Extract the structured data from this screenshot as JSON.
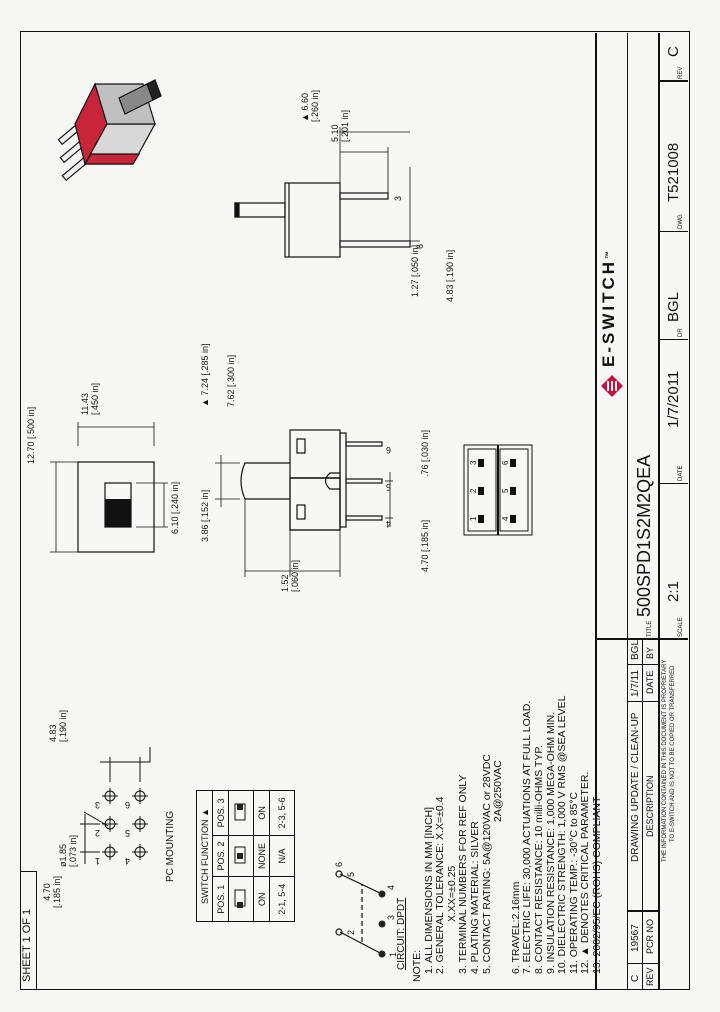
{
  "sheet": {
    "label": "SHEET 1 OF 1"
  },
  "title_block": {
    "brand": "E-SWITCH",
    "trademark": "™",
    "title_label": "TITLE",
    "title": "500SPD1S2M2QEA",
    "scale_label": "SCALE",
    "scale": "2:1",
    "date_label": "DATE",
    "date": "1/7/2011",
    "dr_label": "DR",
    "dr": "BGL",
    "dwg_label": "DWG",
    "dwg": "T521008",
    "rev_label": "REV",
    "rev": "C",
    "brand_colors": {
      "accent": "#c8103c"
    }
  },
  "revision_table": {
    "headers": {
      "rev": "REV",
      "pcr": "PCR NO",
      "description": "DESCRIPTION",
      "date": "DATE",
      "by": "BY"
    },
    "rows": [
      {
        "rev": "C",
        "pcr": "19567",
        "description": "DRAWING UPDATE / CLEAN-UP",
        "date": "1/7/11",
        "by": "BGL"
      }
    ],
    "disclaimer_line1": "THE INFORMATION CONTAINED IN THIS DOCUMENT IS PROPRIETARY",
    "disclaimer_line2": "TO E-SWITCH AND IS NOT TO BE COPIED OR TRANSFERRED"
  },
  "notes": {
    "heading": "NOTE:",
    "items": [
      "1. ALL DIMENSIONS IN MM [INCH]",
      "2. GENERAL TOLERANCE: X.X=±0.4",
      "          X.XX=±0.25",
      "3. TERMINAL NUMBERS FOR REF ONLY",
      "4. PLATING MATERIAL: SILVER",
      "5. CONTACT RATING: 5A@120VAC or 28VDC",
      "                   2A@250VAC",
      "6. TRAVEL:2.16mm",
      "7. ELECTRIC LIFE: 30,000 ACTUATIONS AT FULL LOAD.",
      "8. CONTACT RESISTANCE: 10 milli-OHMS TYP.",
      "9. INSULATION RESISTANCE: 1,000 MEGA-OHM MIN.",
      "10. DIELECTRIC STRENGTH: 1,000 V RMS @SEA LEVEL",
      "11. OPERATING TEMP.: -30°C to 85°C",
      "12. ▲ DENOTES CRITICAL PARAMETER.",
      "13. 2002/95/EC (ROHS) COMPLIANT"
    ]
  },
  "circuit": {
    "label": "CIRCUIT: DPDT",
    "terminals": [
      "1",
      "2",
      "3",
      "4",
      "5",
      "6"
    ]
  },
  "switch_function": {
    "title": "SWITCH FUNCTION ▲",
    "positions": [
      "POS. 1",
      "POS. 2",
      "POS. 3"
    ],
    "states": [
      "ON",
      "NONE",
      "ON"
    ],
    "connections": [
      "2-1, 5-4",
      "N/A",
      "2-3, 5-6"
    ]
  },
  "pc_mounting": {
    "label": "PC MOUNTING",
    "hole_dia": "ø1.85",
    "hole_dia_in": "[.073 in]",
    "pitch_x": "4.70",
    "pitch_x_in": "[.185 in]",
    "pitch_y": "4.83",
    "pitch_y_in": "[.190 in]",
    "holes": [
      "1",
      "2",
      "3",
      "4",
      "5",
      "6"
    ]
  },
  "top_view": {
    "width": "12.70",
    "width_in": "[.500 in]",
    "depth": "11.43",
    "depth_in": "[.450 in]",
    "slot": "6.10",
    "slot_in": "[.240 in]"
  },
  "front_view": {
    "actuator_h": "3.86",
    "actuator_h_in": "[.152 in]",
    "actuator_len": "7.24",
    "actuator_len_in": "[.285 in]",
    "body_h": "7.62",
    "body_h_in": "[.300 in]",
    "standoff": "1.52",
    "standoff_in": "[.060 in]",
    "pin_pitch": "4.70",
    "pin_pitch_in": "[.185 in]",
    "pin_w": ".76",
    "pin_w_in": "[.030 in]",
    "pins": [
      "4",
      "5",
      "6"
    ]
  },
  "side_view": {
    "pin_len_a": "6.60",
    "pin_len_a_in": "[.260 in]",
    "pin_len_b": "5.10",
    "pin_len_b_in": "[.201 in]",
    "pin_w": "1.27",
    "pin_w_in": "[.050 in]",
    "pin_pitch": "4.83",
    "pin_pitch_in": "[.190 in]",
    "pins": [
      "3",
      "6"
    ]
  },
  "bottom_view": {
    "pins": [
      "1",
      "2",
      "3",
      "4",
      "5",
      "6"
    ]
  },
  "critical_marker": "▲"
}
